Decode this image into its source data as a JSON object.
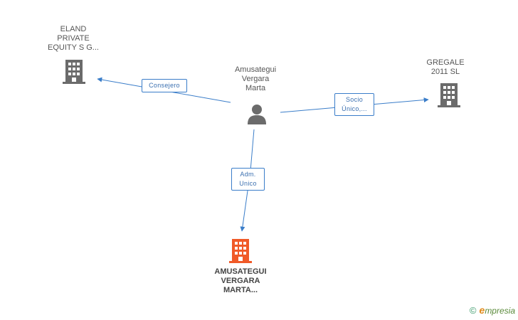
{
  "nodes": {
    "eland": {
      "label": "ELAND\nPRIVATE\nEQUITY S G...",
      "icon": "building-icon",
      "color": "#6b6b6b"
    },
    "person": {
      "label": "Amusategui\nVergara\nMarta",
      "icon": "person-icon",
      "color": "#6b6b6b"
    },
    "gregale": {
      "label": "GREGALE\n2011 SL",
      "icon": "building-icon",
      "color": "#6b6b6b"
    },
    "amusategui_co": {
      "label": "AMUSATEGUI\nVERGARA\nMARTA...",
      "icon": "building-icon",
      "color": "#f05a28"
    }
  },
  "edges": {
    "consejero": {
      "label": "Consejero"
    },
    "socio": {
      "label": "Socio\nÚnico,..."
    },
    "adm": {
      "label": "Adm.\nUnico"
    }
  },
  "colors": {
    "edge": "#3a7dc9"
  },
  "footer": {
    "copyright": "©",
    "brand_initial": "e",
    "brand_rest": "mpresia"
  }
}
